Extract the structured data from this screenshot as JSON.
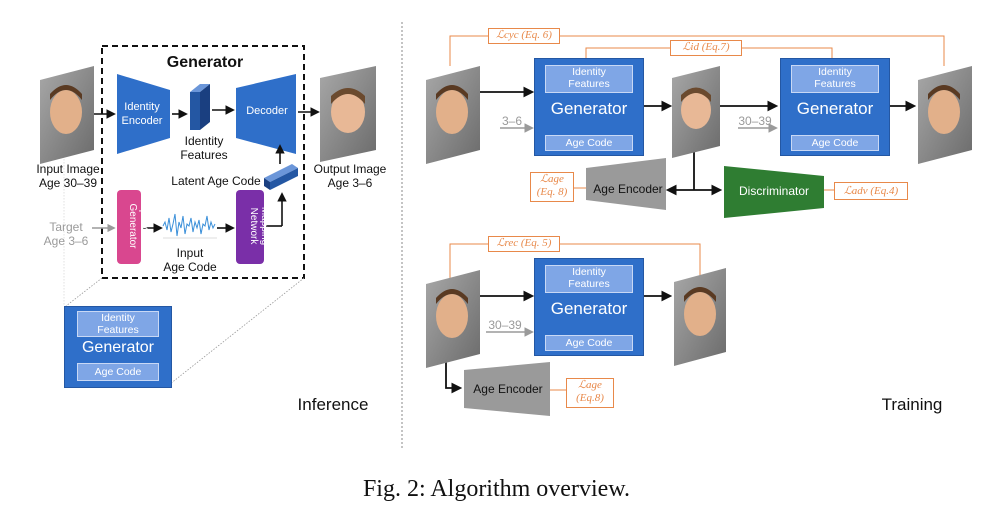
{
  "inference": {
    "section_label": "Inference",
    "generator_title": "Generator",
    "identity_encoder": "Identity\nEncoder",
    "identity_features": "Identity\nFeatures",
    "decoder": "Decoder",
    "input_image": "Input Image\nAge 30–39",
    "output_image": "Output Image\nAge 3–6",
    "latent_age_code": "Latent Age Code",
    "target": "Target\nAge 3–6",
    "input_code_generator": "Input Code\nGenerator",
    "input_age_code": "Input\nAge Code",
    "mapping_network": "Mapping\nNetwork",
    "small_gen": {
      "identity_features": "Identity\nFeatures",
      "title": "Generator",
      "age_code": "Age Code"
    }
  },
  "training": {
    "section_label": "Training",
    "gen1": {
      "identity_features": "Identity\nFeatures",
      "title": "Generator",
      "age_code": "Age Code"
    },
    "gen2": {
      "identity_features": "Identity\nFeatures",
      "title": "Generator",
      "age_code": "Age Code"
    },
    "gen3": {
      "identity_features": "Identity\nFeatures",
      "title": "Generator",
      "age_code": "Age Code"
    },
    "age_in1": "3–6",
    "age_in2": "30–39",
    "age_in3": "30–39",
    "age_encoder1": "Age Encoder",
    "age_encoder2": "Age Encoder",
    "discriminator": "Discriminator",
    "loss_cyc": "ℒcyc (Eq. 6)",
    "loss_id": "ℒid (Eq.7)",
    "loss_age1": "ℒage\n(Eq. 8)",
    "loss_adv": "ℒadv (Eq.4)",
    "loss_rec": "ℒrec (Eq. 5)",
    "loss_age2": "ℒage\n(Eq.8)"
  },
  "caption": "Fig. 2: Algorithm overview.",
  "colors": {
    "generator_blue": "#2f6fc9",
    "sub_blue": "#7fa6e6",
    "pink": "#d9478f",
    "purple": "#7a2fa8",
    "green": "#2f7d32",
    "gray": "#9a9a9a",
    "orange": "#e8894a"
  }
}
